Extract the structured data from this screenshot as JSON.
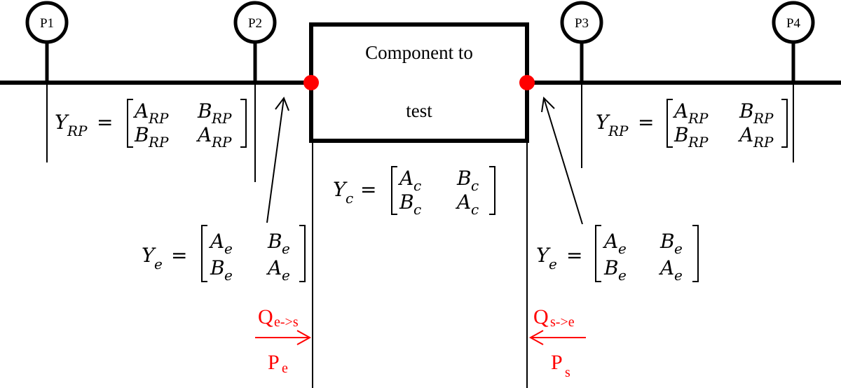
{
  "probes": [
    "P1",
    "P2",
    "P3",
    "P4"
  ],
  "component": {
    "line1": "Component to",
    "line2": "test"
  },
  "matrices": {
    "rp": {
      "symbol": "Y",
      "sub": "RP",
      "entries": [
        [
          "A",
          "RP",
          "B",
          "RP"
        ],
        [
          "B",
          "RP",
          "A",
          "RP"
        ]
      ]
    },
    "c": {
      "symbol": "Y",
      "sub": "c",
      "entries": [
        [
          "A",
          "c",
          "B",
          "c"
        ],
        [
          "B",
          "c",
          "A",
          "c"
        ]
      ]
    },
    "e": {
      "symbol": "Y",
      "sub": "e",
      "entries": [
        [
          "A",
          "e",
          "B",
          "e"
        ],
        [
          "B",
          "e",
          "A",
          "e"
        ]
      ]
    }
  },
  "flows": {
    "left": {
      "q": "Q",
      "q_sub": "e->s",
      "p": "P",
      "p_sub": "e"
    },
    "right": {
      "q": "Q",
      "q_sub": "s->e",
      "p": "P",
      "p_sub": "s"
    }
  },
  "colors": {
    "line": "#000000",
    "accent": "#ff0000"
  }
}
